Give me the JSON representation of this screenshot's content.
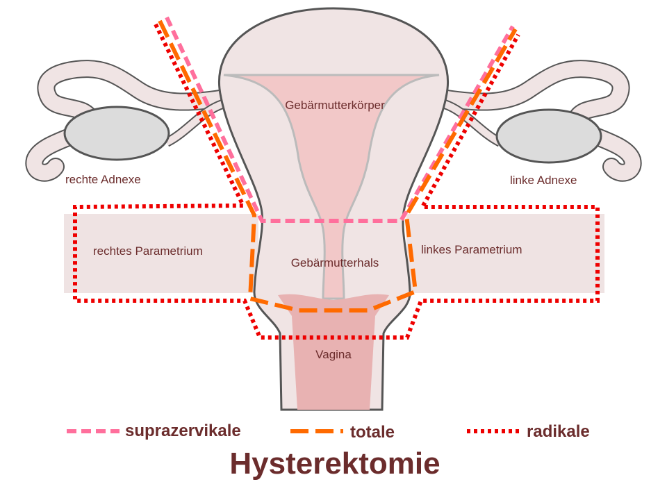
{
  "labels": {
    "body": "Gebärmutterkörper",
    "cervix": "Gebärmutterhals",
    "vagina": "Vagina",
    "right_adnexa": "rechte Adnexe",
    "left_adnexa": "linke Adnexe",
    "right_parametrium": "rechtes Parametrium",
    "left_parametrium": "linkes Parametrium"
  },
  "legend": [
    {
      "label": "suprazervikale",
      "color": "#ff6f9c"
    },
    {
      "label": "totale",
      "color": "#ff6a00"
    },
    {
      "label": "radikale",
      "color": "#ee0000"
    }
  ],
  "title": "Hysterektomie"
}
